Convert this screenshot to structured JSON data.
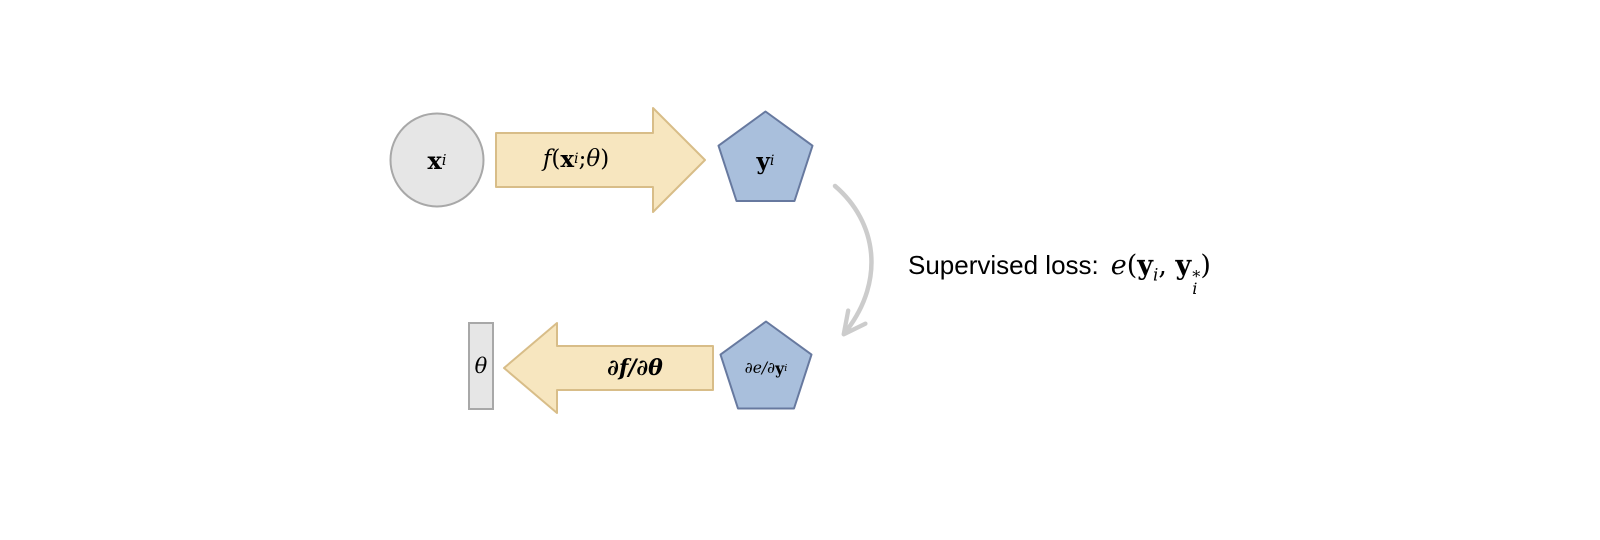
{
  "diagram": {
    "colors": {
      "node_gray_fill": "#e6e6e6",
      "node_gray_stroke": "#a8a8a8",
      "arrow_fill": "#f7e6bf",
      "arrow_stroke": "#d8bd88",
      "pentagon_fill": "#a9bfdc",
      "pentagon_stroke": "#67799f",
      "curve_color": "#cccccc"
    },
    "nodes": {
      "input_circle": {
        "main": "x",
        "sub": "i"
      },
      "output_pentagon": {
        "main": "y",
        "sub": "i"
      },
      "theta_rect": {
        "label": "θ"
      },
      "grad_pentagon": {
        "prefix": "∂e/∂",
        "main": "y",
        "sub": "i"
      }
    },
    "arrows": {
      "forward": {
        "f": "f",
        "open": "(",
        "x": "x",
        "sub": "i",
        "semi": "; ",
        "theta": "θ",
        "close": ")"
      },
      "backward": {
        "label": "∂f/∂θ"
      }
    },
    "loss": {
      "label": "Supervised loss:",
      "e": "e",
      "open": "(",
      "y1": "y",
      "y1_sub": "i",
      "comma": ", ",
      "y2": "y",
      "y2_sup": "*",
      "y2_sub": "i",
      "close": ")"
    }
  }
}
